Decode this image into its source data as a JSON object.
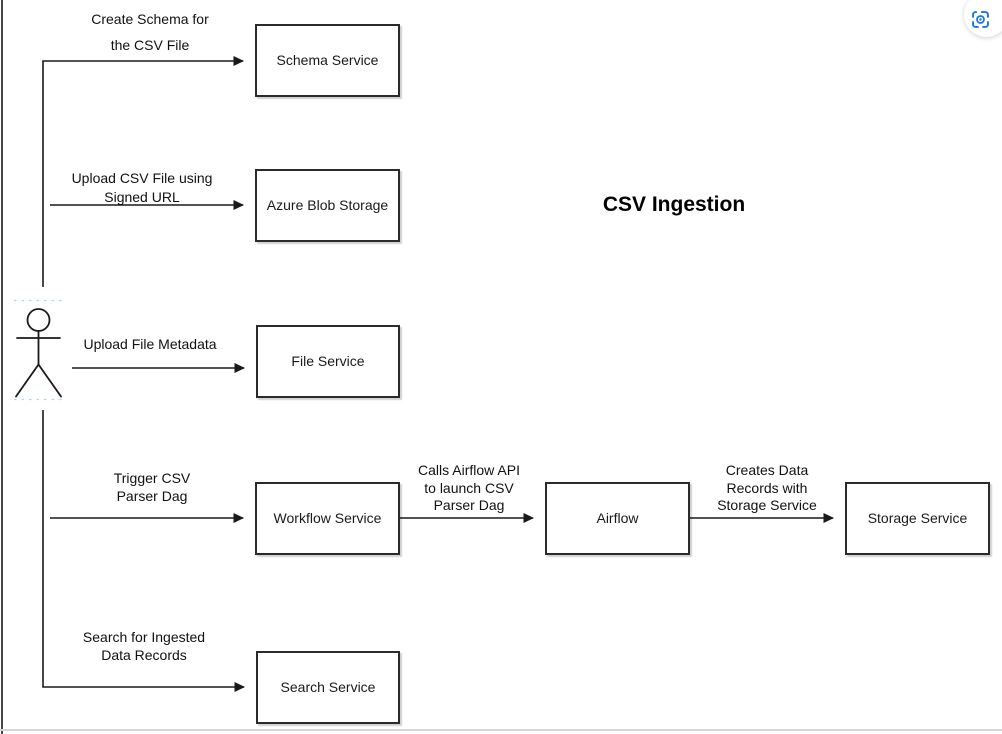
{
  "title": "CSV Ingestion",
  "canvas": {
    "boxes": [
      {
        "id": "schema-service",
        "label": "Schema Service"
      },
      {
        "id": "azure-blob-storage",
        "label": "Azure Blob Storage"
      },
      {
        "id": "file-service",
        "label": "File Service"
      },
      {
        "id": "workflow-service",
        "label": "Workflow Service"
      },
      {
        "id": "airflow",
        "label": "Airflow"
      },
      {
        "id": "storage-service",
        "label": "Storage Service"
      },
      {
        "id": "search-service",
        "label": "Search Service"
      }
    ],
    "edge_labels": [
      {
        "id": "create-schema",
        "text": "Create Schema for\nthe CSV File"
      },
      {
        "id": "upload-csv",
        "text": "Upload CSV File using\nSigned URL"
      },
      {
        "id": "upload-metadata",
        "text": "Upload File Metadata"
      },
      {
        "id": "trigger-dag",
        "text": "Trigger CSV\nParser Dag"
      },
      {
        "id": "calls-airflow",
        "text": "Calls Airflow API\nto launch CSV\nParser Dag"
      },
      {
        "id": "creates-records",
        "text": "Creates Data\nRecords with\nStorage Service"
      },
      {
        "id": "search-records",
        "text": "Search for Ingested\nData Records"
      }
    ],
    "colors": {
      "line": "#1a1a1a",
      "accent_blue": "#1a73e8",
      "selection_blue": "#b3d4f5"
    },
    "icons": {
      "capture": "screen-capture-icon"
    }
  }
}
